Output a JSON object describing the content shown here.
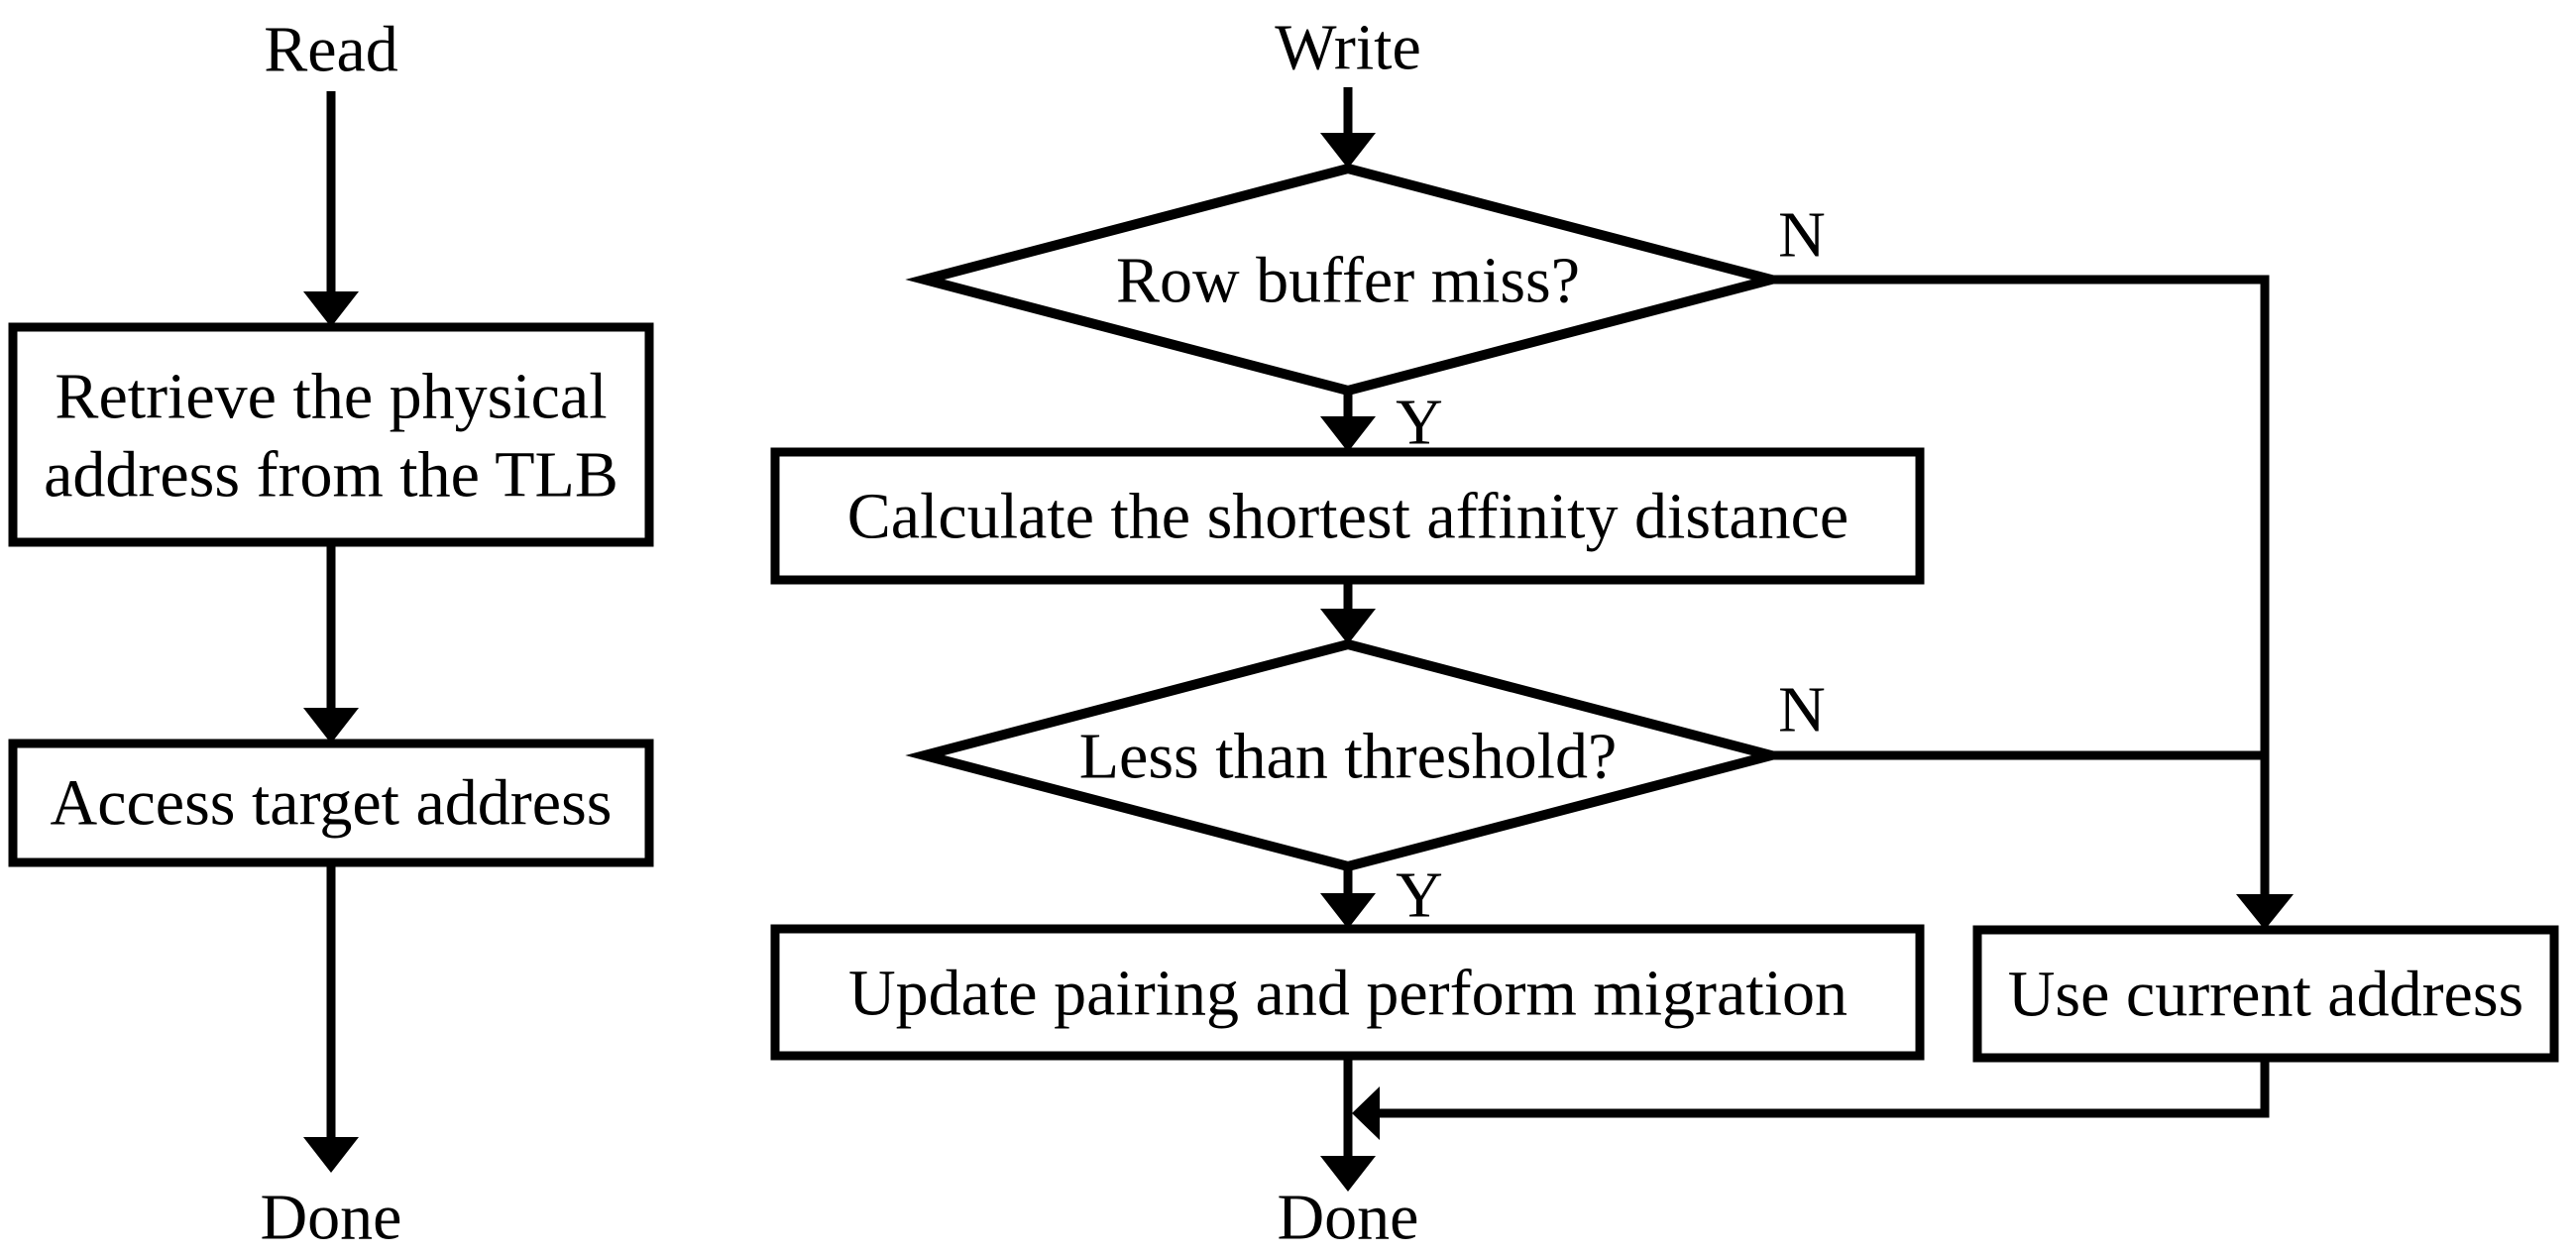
{
  "diagram": {
    "type": "flowchart",
    "background_color": "#ffffff",
    "stroke_color": "#000000",
    "read_branch": {
      "start_label": "Read",
      "retrieve_box_line1": "Retrieve the physical",
      "retrieve_box_line2": "address from the TLB",
      "access_box_label": "Access target address",
      "end_label": "Done"
    },
    "write_branch": {
      "start_label": "Write",
      "row_buffer_decision_label": "Row buffer miss?",
      "row_buffer_no_label": "N",
      "row_buffer_yes_label": "Y",
      "calculate_box_label": "Calculate the shortest affinity distance",
      "threshold_decision_label": "Less than threshold?",
      "threshold_no_label": "N",
      "threshold_yes_label": "Y",
      "update_box_label": "Update pairing and perform migration",
      "use_current_box_label": "Use current address",
      "end_label": "Done"
    }
  }
}
